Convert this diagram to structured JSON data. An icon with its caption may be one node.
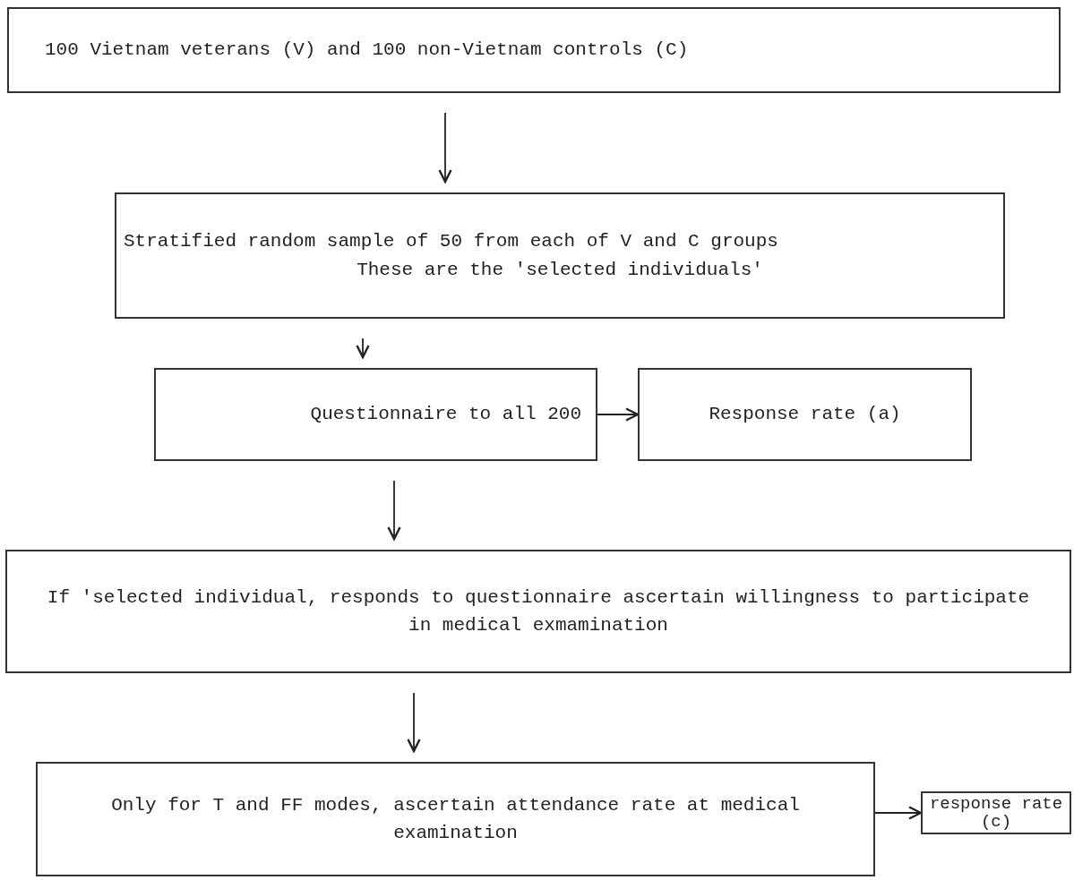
{
  "diagram": {
    "nodes": [
      {
        "text": [
          "100 Vietnam veterans (V) and 100 non-Vietnam controls (C)"
        ]
      },
      {
        "text": [
          "Stratified random sample of 50 from each of V and C groups",
          "These are the 'selected individuals'"
        ]
      },
      {
        "text": [
          "Questionnaire to all 200"
        ]
      },
      {
        "text": [
          "Response rate (a)"
        ]
      },
      {
        "text": [
          "If 'selected individual, responds to questionnaire ascertain willingness to participate in medical exmamination"
        ]
      },
      {
        "text": [
          "Only for T and FF modes, ascertain attendance rate at medical examination"
        ]
      },
      {
        "text": [
          "response rate (c)"
        ]
      }
    ],
    "edges": [
      {
        "from": 0,
        "to": 1,
        "arrow": "to"
      },
      {
        "from": 1,
        "to": 2,
        "arrow": "to"
      },
      {
        "from": 2,
        "to": 3,
        "arrow": "to"
      },
      {
        "from": 2,
        "to": 4,
        "arrow": "to"
      },
      {
        "from": 4,
        "to": 5,
        "arrow": "to"
      },
      {
        "from": 5,
        "to": 6,
        "arrow": "to"
      }
    ]
  }
}
